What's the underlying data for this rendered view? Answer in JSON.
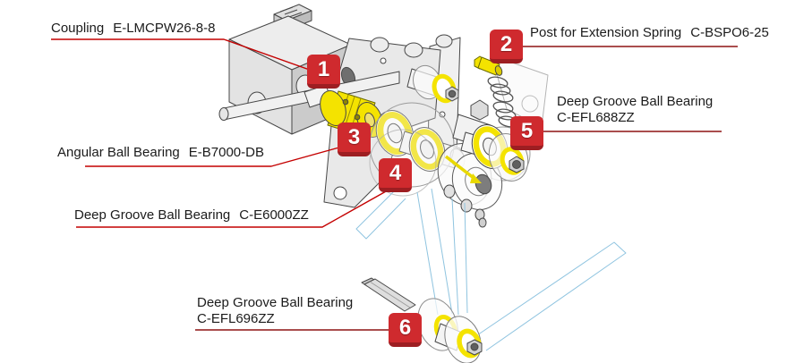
{
  "colors": {
    "badge-red": "#cf2a2e",
    "badge-dark": "#9d1e22",
    "leader-bright": "#c40000",
    "leader-dark": "#8e1414",
    "part-yellow": "#f4e300",
    "belt-blue": "#8fc4e0",
    "text-color": "#1b1b1b"
  },
  "callouts": [
    {
      "number": "1",
      "name": "Coupling",
      "part_no": "E-LMCPW26-8-8"
    },
    {
      "number": "2",
      "name": "Post for Extension Spring",
      "part_no": "C-BSPO6-25"
    },
    {
      "number": "3",
      "name": "Angular Ball Bearing",
      "part_no": "E-B7000-DB"
    },
    {
      "number": "4",
      "name": "Deep Groove Ball Bearing",
      "part_no": "C-E6000ZZ"
    },
    {
      "number": "5",
      "name": "Deep Groove Ball Bearing",
      "part_no": "C-EFL688ZZ"
    },
    {
      "number": "6",
      "name": "Deep Groove Ball Bearing",
      "part_no": "C-EFL696ZZ"
    }
  ]
}
